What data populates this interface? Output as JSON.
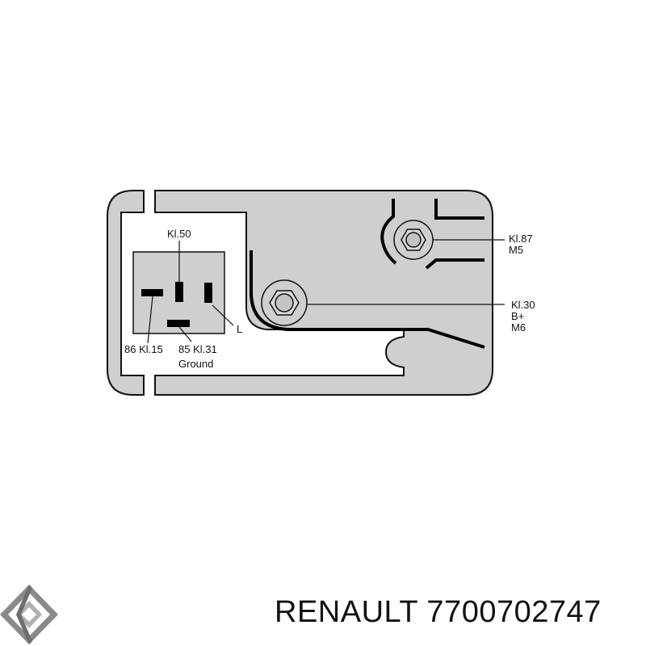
{
  "diagram": {
    "connector_top_label": "Kl.50",
    "pin_label_86": "86 Kl.15",
    "pin_label_85": "85 Kl.31",
    "ground_label": "Ground",
    "pin_l_label": "L",
    "terminal_m5": {
      "line1": "Kl.87",
      "line2": "M5"
    },
    "terminal_m6": {
      "line1": "Kl.30",
      "line2": "B+",
      "line3": "M6"
    },
    "colors": {
      "body_fill": "#cfcfcf",
      "outline": "#111111",
      "background": "#ffffff"
    }
  },
  "footer": {
    "brand": "RENAULT",
    "part_number": "7700702747"
  }
}
